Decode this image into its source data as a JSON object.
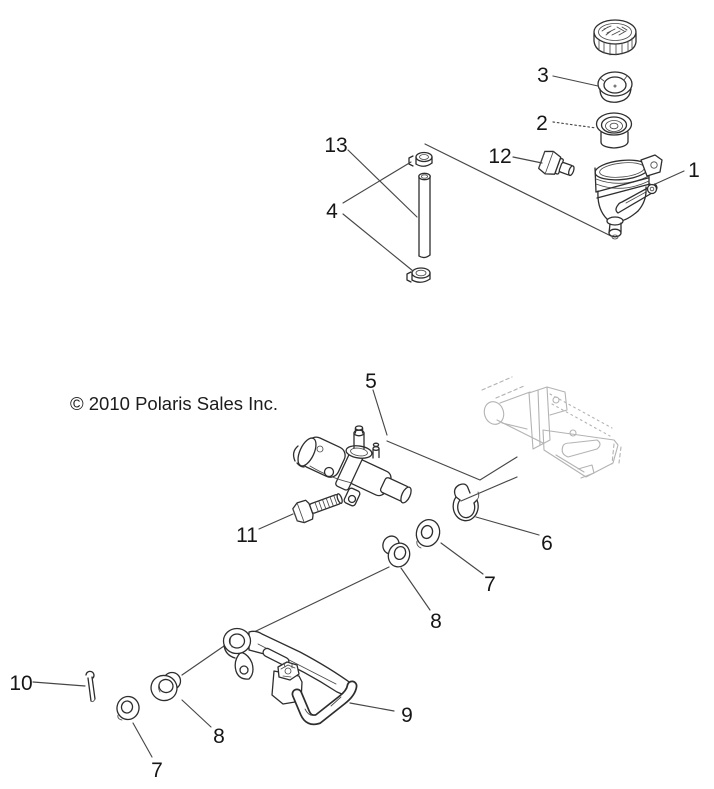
{
  "copyright": "© 2010 Polaris Sales Inc.",
  "callouts": {
    "c1": "1",
    "c2": "2",
    "c3": "3",
    "c4": "4",
    "c5": "5",
    "c6": "6",
    "c7_upper": "7",
    "c7_lower": "7",
    "c8_upper": "8",
    "c8_lower": "8",
    "c9": "9",
    "c10": "10",
    "c11": "11",
    "c12": "12",
    "c13": "13"
  }
}
